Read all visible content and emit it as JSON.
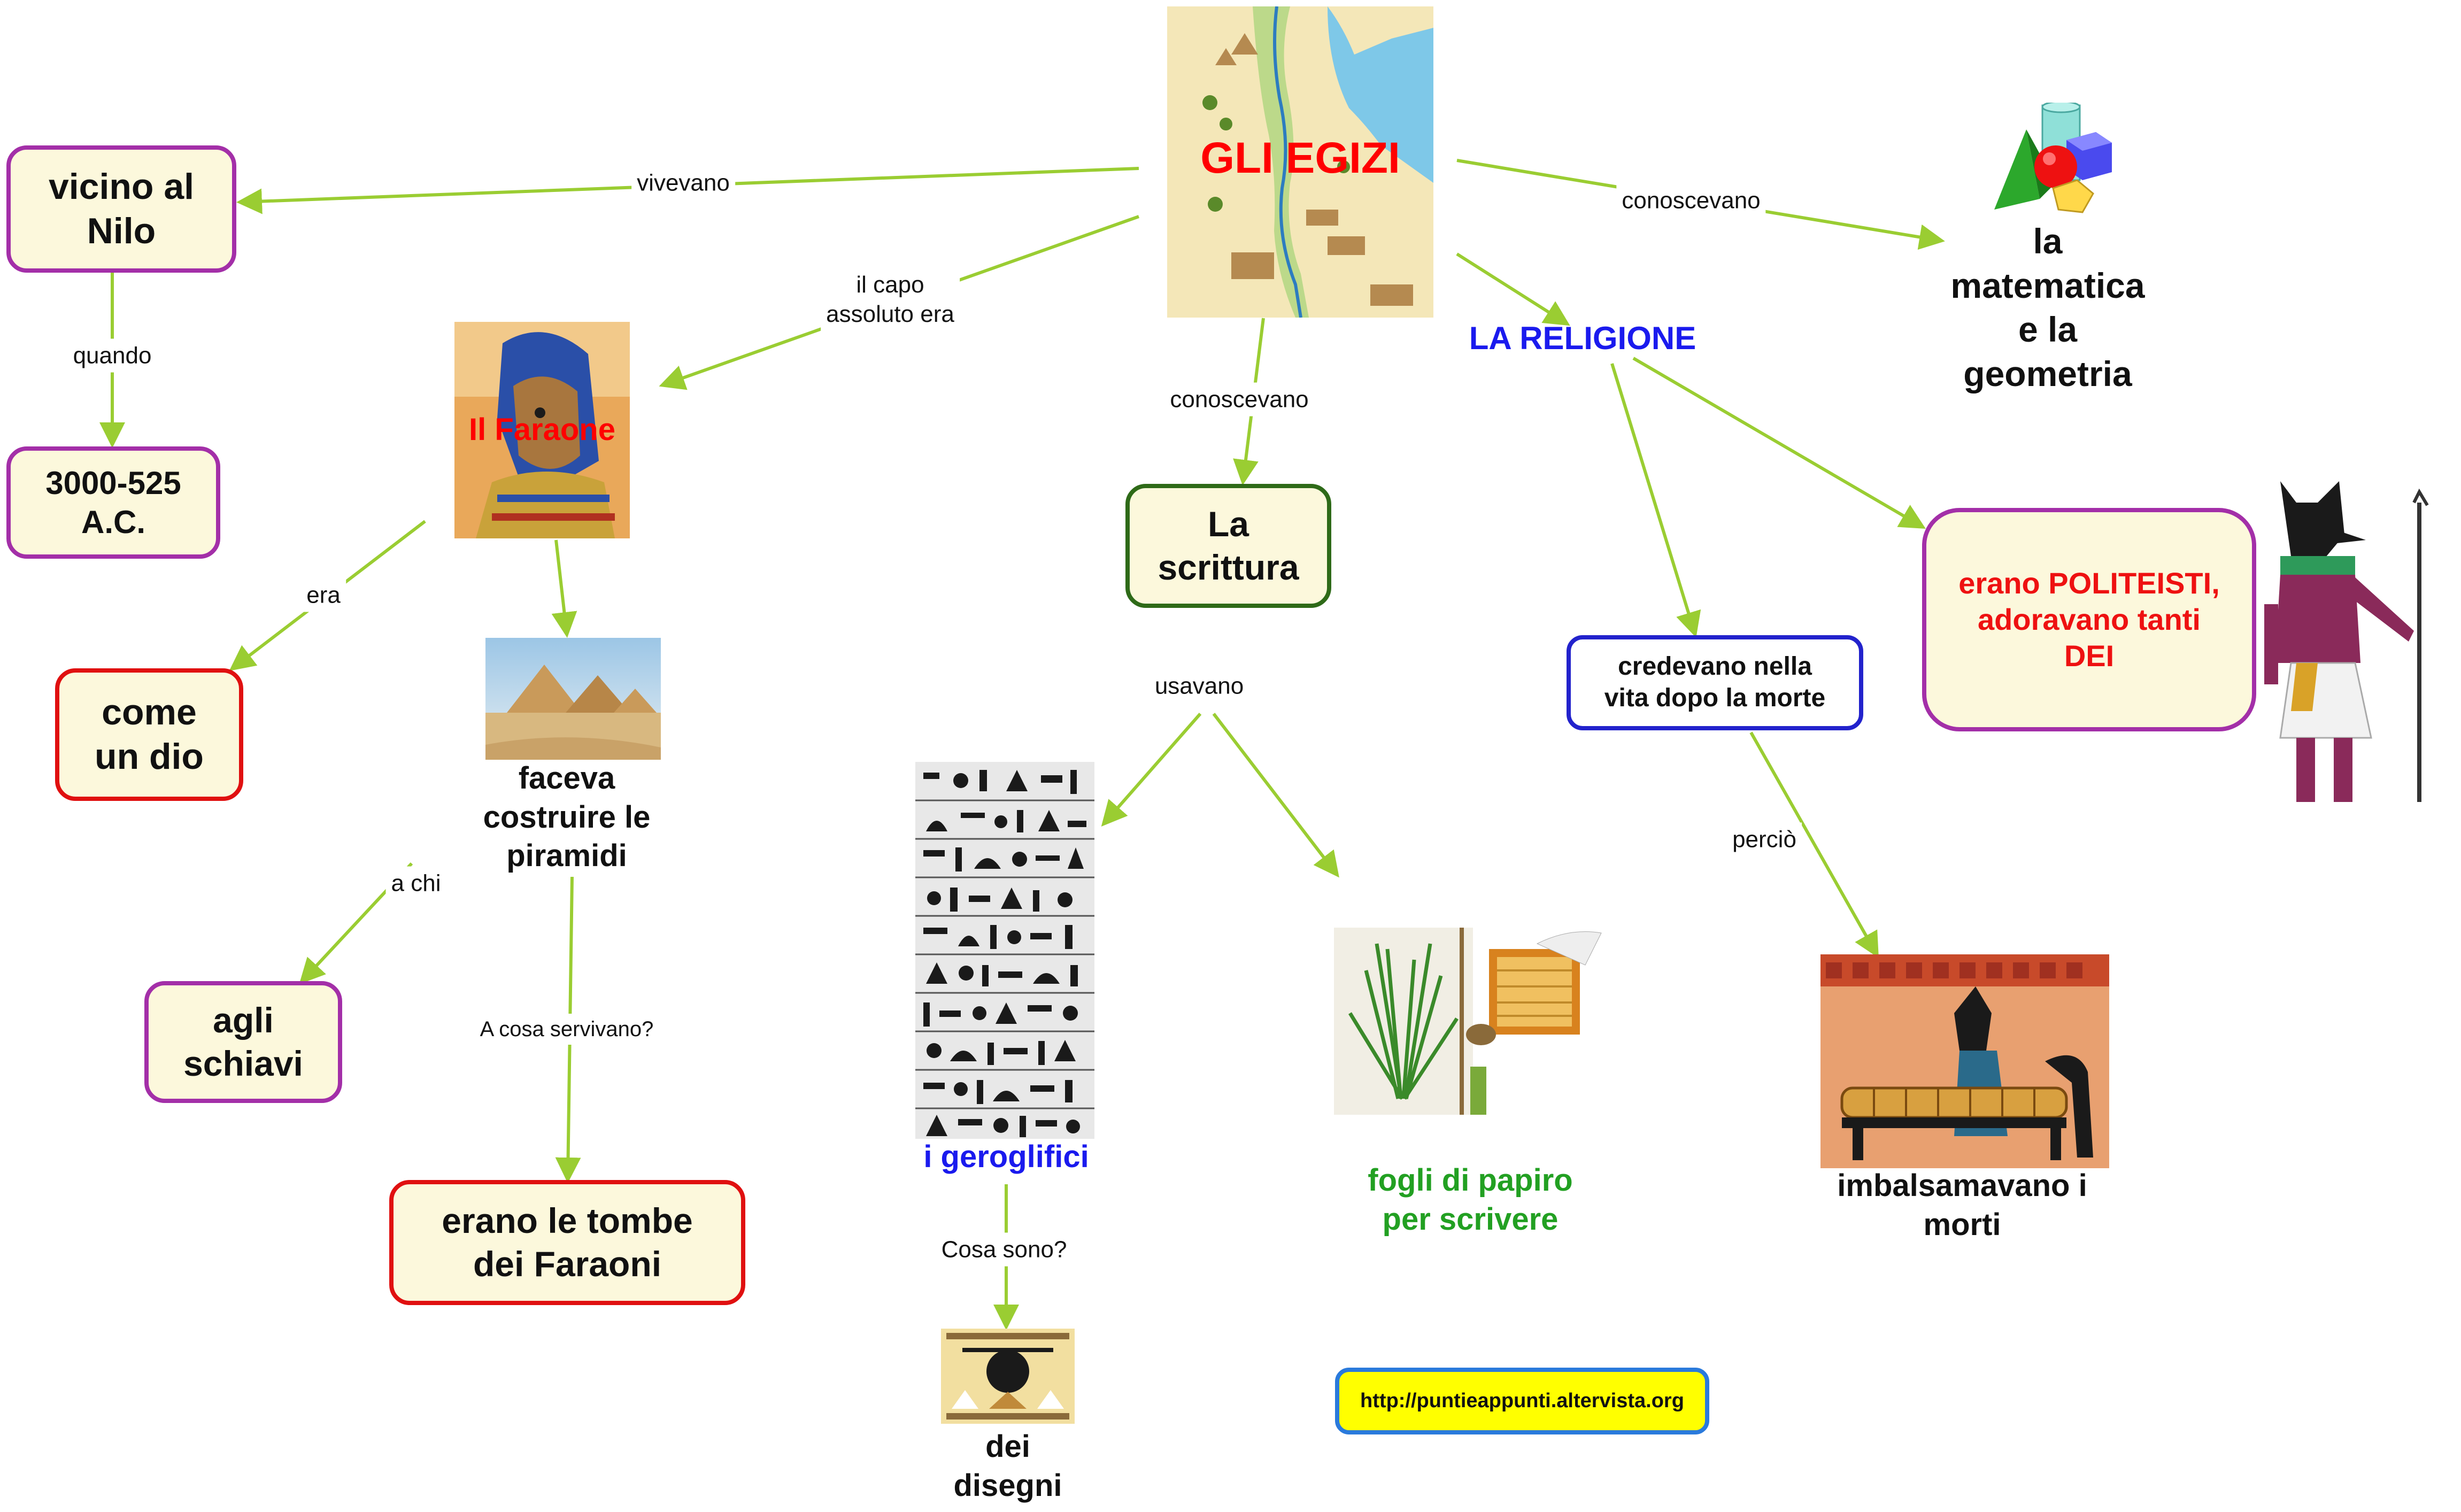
{
  "colors": {
    "connector": "#9acd32",
    "purple_border": "#a32fa8",
    "red_border": "#e01010",
    "green_border": "#2e6a18",
    "blue_border": "#2222cc",
    "box_fill": "#fcf8dc",
    "title_red": "#ff0000",
    "religion_blue": "#1a1aee",
    "geroglifici_blue": "#1a1aee",
    "papiro_green": "#22a022",
    "url_fill": "#ffff00"
  },
  "title": "GLI EGIZI",
  "nodes": {
    "vicino_nilo": "vicino al\nNilo",
    "date": "3000-525\nA.C.",
    "faraone": "Il Faraone",
    "come_dio": "come\nun dio",
    "piramidi": "faceva\ncostruire le\npiramidi",
    "schiavi": "agli\nschiavi",
    "tombe": "erano le tombe\ndei Faraoni",
    "scrittura": "La\nscrittura",
    "geroglifici": "i geroglifici",
    "disegni": "dei\ndisegni",
    "papiro": "fogli di papiro\nper scrivere",
    "religione": "LA RELIGIONE",
    "matematica": "la\nmatematica\ne la\ngeometria",
    "vita": "credevano nella\nvita dopo la morte",
    "politeisti": "erano POLITEISTI,\nadoravano tanti\nDEI",
    "morti": "imbalsamavano i\nmorti",
    "url": "http://puntieappunti.altervista.org"
  },
  "links": {
    "vivevano": "vivevano",
    "quando": "quando",
    "capo": "il capo\nassoluto era",
    "era": "era",
    "a_chi": "a chi",
    "a_cosa": "A cosa servivano?",
    "conoscevano_scrittura": "conoscevano",
    "usavano": "usavano",
    "cosa_sono": "Cosa sono?",
    "conoscevano_mat": "conoscevano",
    "percio": "perciò"
  },
  "icons": {
    "map": "egypt-map-picture",
    "pharaoh": "pharaoh-portrait-picture",
    "pyramids": "pyramids-picture",
    "hieroglyphs": "hieroglyphs-tablet-picture",
    "drawing": "hieroglyph-drawing-picture",
    "papyrus": "papyrus-plant-picture",
    "mummy": "mummification-picture",
    "solids": "geometric-solids-picture",
    "anubis": "anubis-figure-picture"
  }
}
